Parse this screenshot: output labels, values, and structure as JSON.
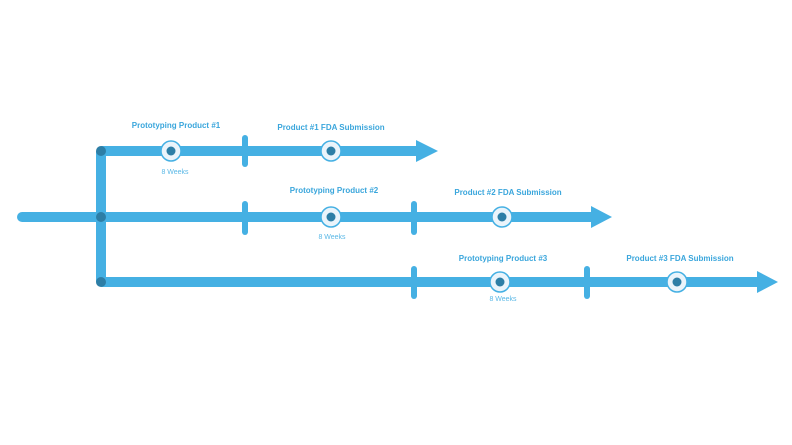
{
  "colors": {
    "line": "#45b0e3",
    "joint": "#2d7ea6",
    "milestone_ring": "#eaf4fb",
    "milestone_dot": "#2d7ea6",
    "title_text": "#3aa6dc",
    "sub_text": "#5ab8e6"
  },
  "tracks": [
    {
      "milestones": [
        {
          "title": "Prototyping Product #1",
          "sub": "8 Weeks"
        },
        {
          "title": "Product #1 FDA Submission",
          "sub": ""
        }
      ]
    },
    {
      "milestones": [
        {
          "title": "Prototyping Product #2",
          "sub": "8 Weeks"
        },
        {
          "title": "Product #2 FDA Submission",
          "sub": ""
        }
      ]
    },
    {
      "milestones": [
        {
          "title": "Prototyping Product #3",
          "sub": "8 Weeks"
        },
        {
          "title": "Product #3 FDA Submission",
          "sub": ""
        }
      ]
    }
  ]
}
